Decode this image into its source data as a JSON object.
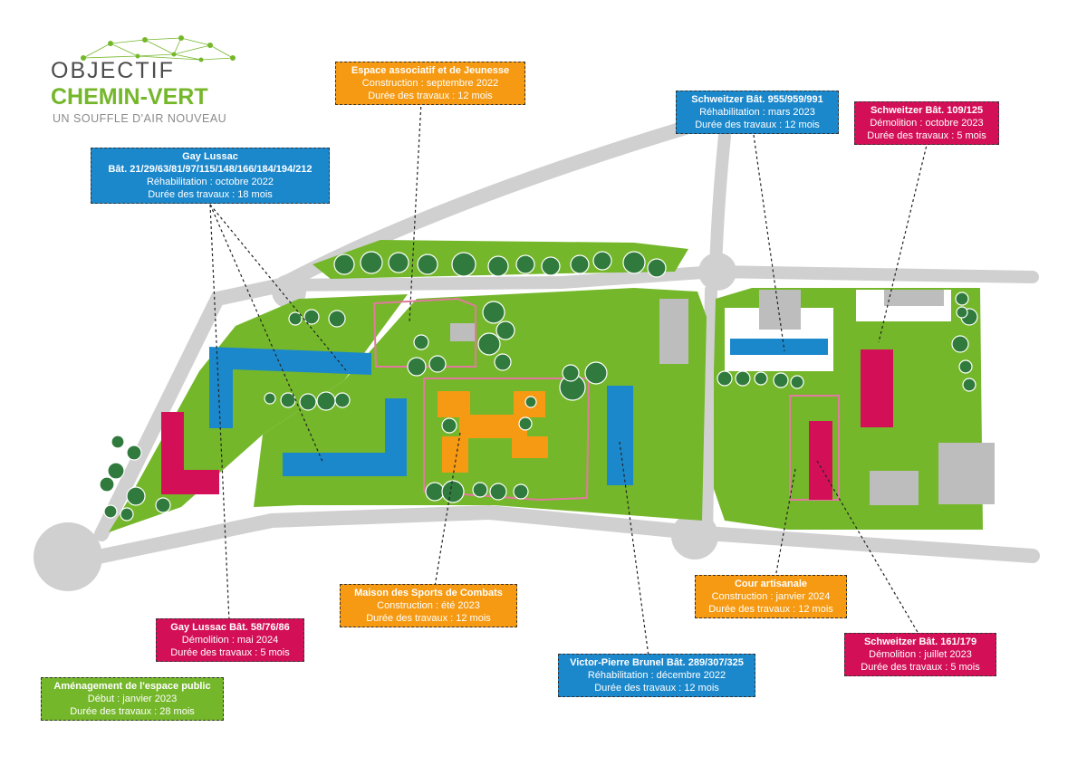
{
  "logo": {
    "line1": "OBJECTIF",
    "line2": "CHEMIN-VERT",
    "tagline": "UN SOUFFLE D'AIR NOUVEAU",
    "accent_color": "#75b72a"
  },
  "colors": {
    "rehabilitation": "#1c88cc",
    "construction": "#f59a12",
    "demolition": "#d31057",
    "espace_public": "#75b72a",
    "road": "#d0d0d0",
    "building_existing": "#bdbdbd",
    "lawn": "#74b72a",
    "trees": "#2f7a3c"
  },
  "labels": {
    "espace_assoc": {
      "title": "Espace associatif et de Jeunesse",
      "line1": "Construction : septembre 2022",
      "line2": "Durée des travaux : 12 mois"
    },
    "gay_lussac": {
      "title": "Gay Lussac",
      "title2": "Bât. 21/29/63/81/97/115/148/166/184/194/212",
      "line1": "Réhabilitation : octobre 2022",
      "line2": "Durée des travaux : 18 mois"
    },
    "schweitzer_955": {
      "title": "Schweitzer Bât. 955/959/991",
      "line1": "Réhabilitation : mars 2023",
      "line2": "Durée des travaux : 12 mois"
    },
    "schweitzer_109": {
      "title": "Schweitzer Bât. 109/125",
      "line1": "Démolition : octobre 2023",
      "line2": "Durée des travaux : 5 mois"
    },
    "maison_sports": {
      "title": "Maison des Sports de Combats",
      "line1": "Construction : été 2023",
      "line2": "Durée des travaux : 12 mois"
    },
    "gay_lussac_58": {
      "title": "Gay Lussac Bât. 58/76/86",
      "line1": "Démolition : mai 2024",
      "line2": "Durée des travaux : 5 mois"
    },
    "cour_artisanale": {
      "title": "Cour artisanale",
      "line1": "Construction : janvier 2024",
      "line2": "Durée des travaux : 12 mois"
    },
    "schweitzer_161": {
      "title": "Schweitzer Bât. 161/179",
      "line1": "Démolition : juillet 2023",
      "line2": "Durée des travaux : 5 mois"
    },
    "victor_pierre": {
      "title": "Victor-Pierre Brunel Bât. 289/307/325",
      "line1": "Réhabilitation : décembre 2022",
      "line2": "Durée des travaux : 12 mois"
    },
    "amenagement": {
      "title": "Aménagement de l'espace public",
      "line1": "Début : janvier 2023",
      "line2": "Durée des travaux : 28 mois"
    }
  }
}
